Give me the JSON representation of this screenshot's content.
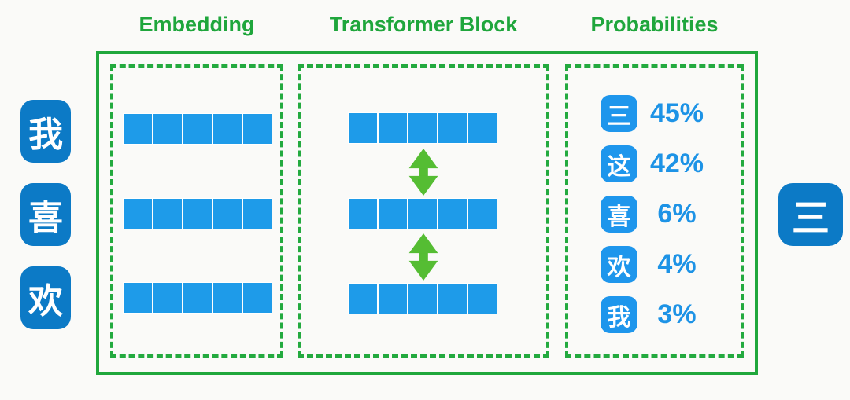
{
  "headers": {
    "embedding": "Embedding",
    "transformer": "Transformer Block",
    "probabilities": "Probabilities"
  },
  "input_tokens": [
    "我",
    "喜",
    "欢"
  ],
  "output_token": "三",
  "embedding_panel": {
    "rows": 3,
    "cells_per_row": 5
  },
  "transformer_panel": {
    "rows": 3,
    "cells_per_row": 5,
    "arrow_icons": 2
  },
  "probabilities": [
    {
      "token": "三",
      "percent": "45%"
    },
    {
      "token": "这",
      "percent": "42%"
    },
    {
      "token": "喜",
      "percent": "6%"
    },
    {
      "token": "欢",
      "percent": "4%"
    },
    {
      "token": "我",
      "percent": "3%"
    }
  ],
  "colors": {
    "background": "#FAFAF8",
    "frame_green": "#20A73C",
    "header_green": "#1FA63C",
    "arrow_green": "#55BD33",
    "vector_blue": "#1E9BE9",
    "token_blue": "#0C7AC6",
    "chip_blue": "#1E96EC",
    "percent_blue": "#1D93E6"
  }
}
